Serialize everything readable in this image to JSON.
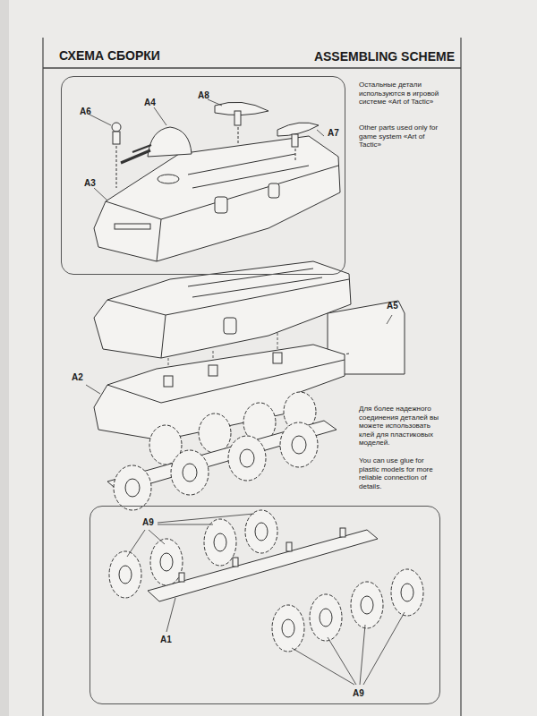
{
  "diagram": {
    "title": "СХЕМА СБОРКИ",
    "nodes": [
      {
        "text": [
          "A6",
          "A4",
          "A8",
          "A3",
          "A7"
        ]
      },
      {
        "text": [
          "A9",
          "A1",
          "A9"
        ]
      }
    ],
    "labels": [
      "ASSEMBLING SCHEME",
      "Остальные детали используются в игровой системе «Art of Tactic»",
      "Other parts used only for game system «Art of Tactic»",
      "A5",
      "A2",
      "Для более надежного соединения деталей вы можете использовать клей для пластиковых моделей.",
      "You can use glue for plastic models for more reliable connection of details."
    ]
  }
}
